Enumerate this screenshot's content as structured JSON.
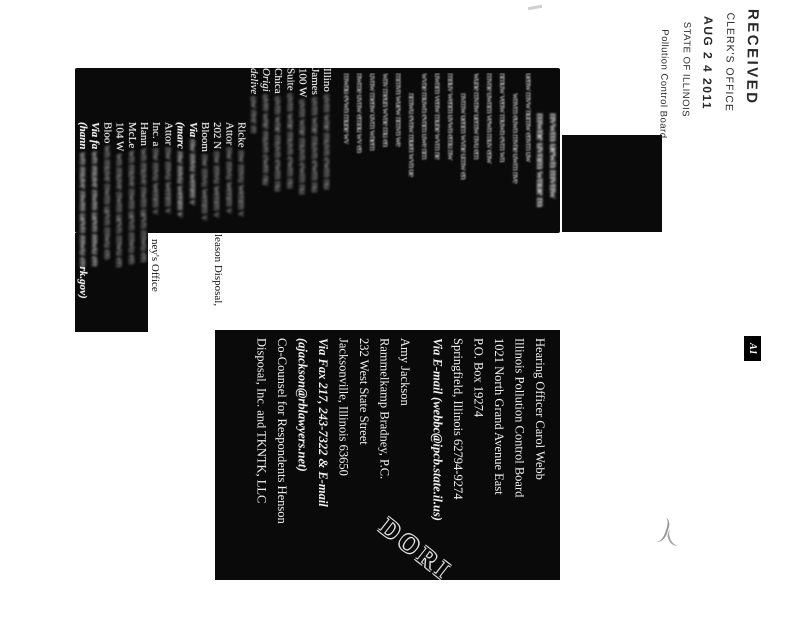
{
  "colors": {
    "page_bg": "#ffffff",
    "scan_black": "#0a0a0a",
    "ink_light": "#f1f1f1",
    "stamp_ink": "#1c1c1c"
  },
  "stamp": {
    "line1": "RECEIVED",
    "line2": "CLERK'S OFFICE",
    "line3": "AUG 2 4 2011",
    "line4": "STATE OF ILLINOIS",
    "line5": "Pollution Control Board"
  },
  "exhibit_tag": "A1",
  "watermark": "DORI",
  "continuations": {
    "attorney_office": "ney's Office",
    "gleason": "leason Disposal,"
  },
  "service_list_left": [
    {
      "frag": "Illino",
      "smudge": "mid"
    },
    {
      "frag": "James",
      "smudge": "mid"
    },
    {
      "frag": "100 W",
      "smudge": "mid"
    },
    {
      "frag": "Suite",
      "smudge": "mid"
    },
    {
      "frag": "Chica",
      "smudge": "mid"
    },
    {
      "frag": "Origi",
      "smudge": "mid",
      "style": "italic"
    },
    {
      "frag": "delive",
      "smudge": "tiny",
      "style": "italic"
    },
    {
      "frag": "Ricke",
      "smudge": "short",
      "style": "indent"
    },
    {
      "frag": "Attor",
      "smudge": "short",
      "style": "indent"
    },
    {
      "frag": "202 N",
      "smudge": "short",
      "style": "indent"
    },
    {
      "frag": "Bloom",
      "smudge": "short",
      "style": "indent"
    },
    {
      "frag": "Via",
      "smudge": "short",
      "style": "indent bold-italic"
    },
    {
      "frag": "(marc",
      "smudge": "short",
      "style": "indent bold-italic"
    },
    {
      "frag": "Attor",
      "smudge": "short",
      "style": "indent"
    },
    {
      "frag": "Inc. a",
      "smudge": "short",
      "style": "indent"
    },
    {
      "frag": "Hann",
      "smudge": "long",
      "style": "indent"
    },
    {
      "frag": "McLe",
      "smudge": "long",
      "style": "indent"
    },
    {
      "frag": "104 W",
      "smudge": "long",
      "style": "indent"
    },
    {
      "frag": "Bloo",
      "smudge": "long",
      "style": "indent"
    },
    {
      "frag": "Via fa",
      "smudge": "long",
      "style": "indent bold-italic"
    },
    {
      "frag": "(hann",
      "smudge": "long",
      "style": "indent bold-italic",
      "tail": "rk.gov)"
    }
  ],
  "service_list_right": [
    {
      "text": "Hearing Officer Carol Webb",
      "style": ""
    },
    {
      "text": "Illinois Pollution Control Board",
      "style": ""
    },
    {
      "text": "1021 North Grand Avenue East",
      "style": ""
    },
    {
      "text": "P.O. Box 19274",
      "style": ""
    },
    {
      "text": "Springfield, Illinois 62794-9274",
      "style": ""
    },
    {
      "text": "Via E-mail (webbc@ipcb.state.il.us)",
      "style": "bold-italic"
    },
    {
      "style": "gap"
    },
    {
      "text": "Amy Jackson",
      "style": ""
    },
    {
      "text": "Rammelkamp Bradney, P.C.",
      "style": ""
    },
    {
      "text": "232 West State Street",
      "style": ""
    },
    {
      "text": "Jacksonville, Illinois 63650",
      "style": ""
    },
    {
      "text": "Via Fax 217, 243-7322 & E-mail",
      "style": "bold-italic"
    },
    {
      "text": "(ajackson@rblawyers.net)",
      "style": "bold-italic"
    },
    {
      "text": "Co-Counsel for Respondents Henson",
      "style": ""
    },
    {
      "text": "Disposal, Inc. and TKNTK, LLC",
      "style": ""
    }
  ],
  "illegible": {
    "tiny": "uw nve m",
    "short": "nw mvu wenm v",
    "mid": "uvm wne muvn ewm nu",
    "long": "wn muve nwm uevn mwu en",
    "body_lines": [
      {
        "text": "nvwm uewn mvnw",
        "style": "h i2"
      },
      {
        "text": "mwne uvnm wnue m",
        "style": "h i2"
      },
      {
        "text": "uenw mvw numw envm uw",
        "style": ""
      },
      {
        "text": "wnvm euwn mvne uwm nve",
        "style": "i1"
      },
      {
        "text": "nmuw venw muwn evm wn",
        "style": ""
      },
      {
        "text": "mvne uwnm vewn muv enw",
        "style": ""
      },
      {
        "text": "wune mvnw uemw nvu em",
        "style": ""
      },
      {
        "text": "nvmw uenm wvne umw en",
        "style": "i1"
      },
      {
        "text": "mnuv wenm uvwn emu nw",
        "style": ""
      },
      {
        "text": "uwnm venw mune wvm ne",
        "style": ""
      },
      {
        "text": "wvne muwn evnm uwe nm",
        "style": ""
      },
      {
        "text": "nmwu evnw muen wvn ue",
        "style": "i1"
      },
      {
        "text": "mmvn wuew nmvn we",
        "style": ""
      },
      {
        "text": "wnv meun wvne mu en",
        "style": ""
      },
      {
        "text": "uvnw menw uvm wnem",
        "style": ""
      },
      {
        "text": "nwme uvnw emnu wv en",
        "style": ""
      },
      {
        "text": "mwnu evwn mune wv",
        "style": ""
      }
    ]
  }
}
